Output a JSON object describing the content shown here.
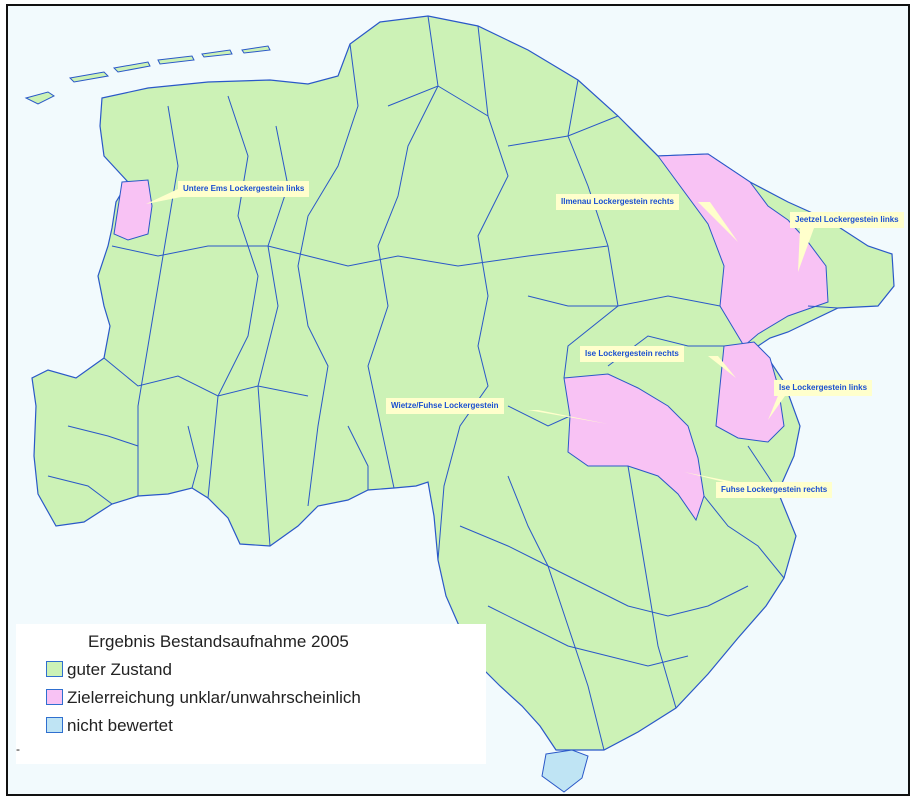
{
  "colors": {
    "good": "#ccf2b6",
    "risk": "#f8c2f4",
    "unrated": "#bfe4f4",
    "boundary": "#2a58c8",
    "label_bg": "#ffffcc",
    "label_text": "#1a4fd1"
  },
  "callouts": [
    {
      "id": "untere-ems",
      "text": "Untere Ems Lockergestein links"
    },
    {
      "id": "ilmenau",
      "text": "Ilmenau Lockergestein rechts"
    },
    {
      "id": "jeetzel",
      "text": "Jeetzel Lockergestein links"
    },
    {
      "id": "ise-rechts",
      "text": "Ise Lockergestein rechts"
    },
    {
      "id": "ise-links",
      "text": "Ise Lockergestein links"
    },
    {
      "id": "wietze-fuhse",
      "text": "Wietze/Fuhse Lockergestein"
    },
    {
      "id": "fuhse-rechts",
      "text": "Fuhse Lockergestein rechts"
    }
  ],
  "legend": {
    "title": "Ergebnis Bestandsaufnahme 2005",
    "items": [
      {
        "label": "guter Zustand",
        "color": "#ccf2b6"
      },
      {
        "label": "Zielerreichung unklar/unwahrscheinlich",
        "color": "#f8c2f4"
      },
      {
        "label": "nicht bewertet",
        "color": "#bfe4f4"
      }
    ]
  },
  "stray_mark": "-"
}
